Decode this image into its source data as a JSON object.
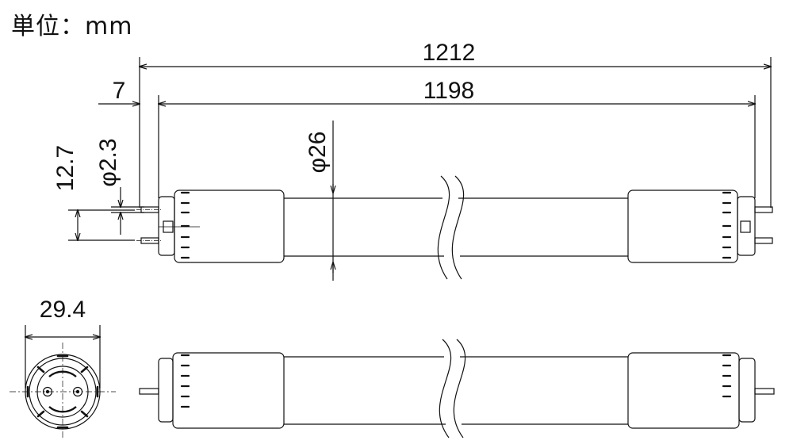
{
  "header": {
    "unit_label": "単位：mm"
  },
  "dimensions": {
    "total_length": "1212",
    "body_length": "1198",
    "pin_length": "7",
    "pin_spacing": "12.7",
    "pin_diameter": "φ2.3",
    "tube_diameter": "φ26",
    "cap_diameter": "29.4"
  },
  "colors": {
    "line": "#111111",
    "background": "#ffffff"
  }
}
